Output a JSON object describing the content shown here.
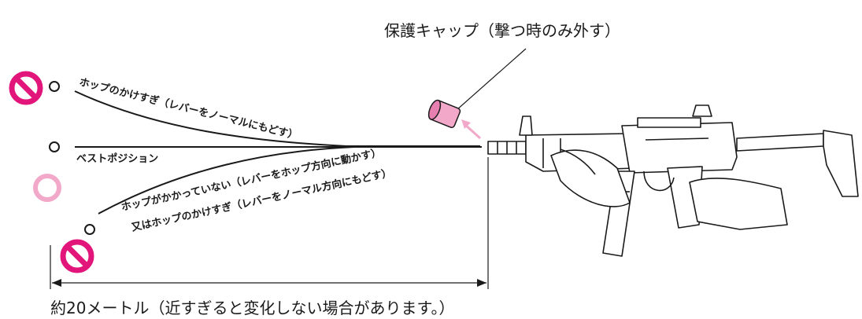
{
  "diagram": {
    "cap_label": "保護キャップ（撃つ時のみ外す）",
    "traj_top_label": "ホップのかけすぎ（レバーをノーマルにもどす）",
    "traj_mid_label": "ベストポジション",
    "traj_low_label_1": "ホップがかかっていない（レバーをホップ方向に動かす）",
    "traj_low_label_2": "又はホップのかけすぎ（レバーをノーマル方向にもどす）",
    "distance_label": "約20メートル（近すぎると変化しない場合があります。）",
    "colors": {
      "accent": "#e2157a",
      "accent_light": "#f2a9c9",
      "line": "#1a1a1a"
    },
    "icons": [
      "prohibited-icon",
      "ok-circle-icon",
      "target-circle-icon",
      "protective-cap-icon",
      "airsoft-gun-illustration"
    ]
  }
}
